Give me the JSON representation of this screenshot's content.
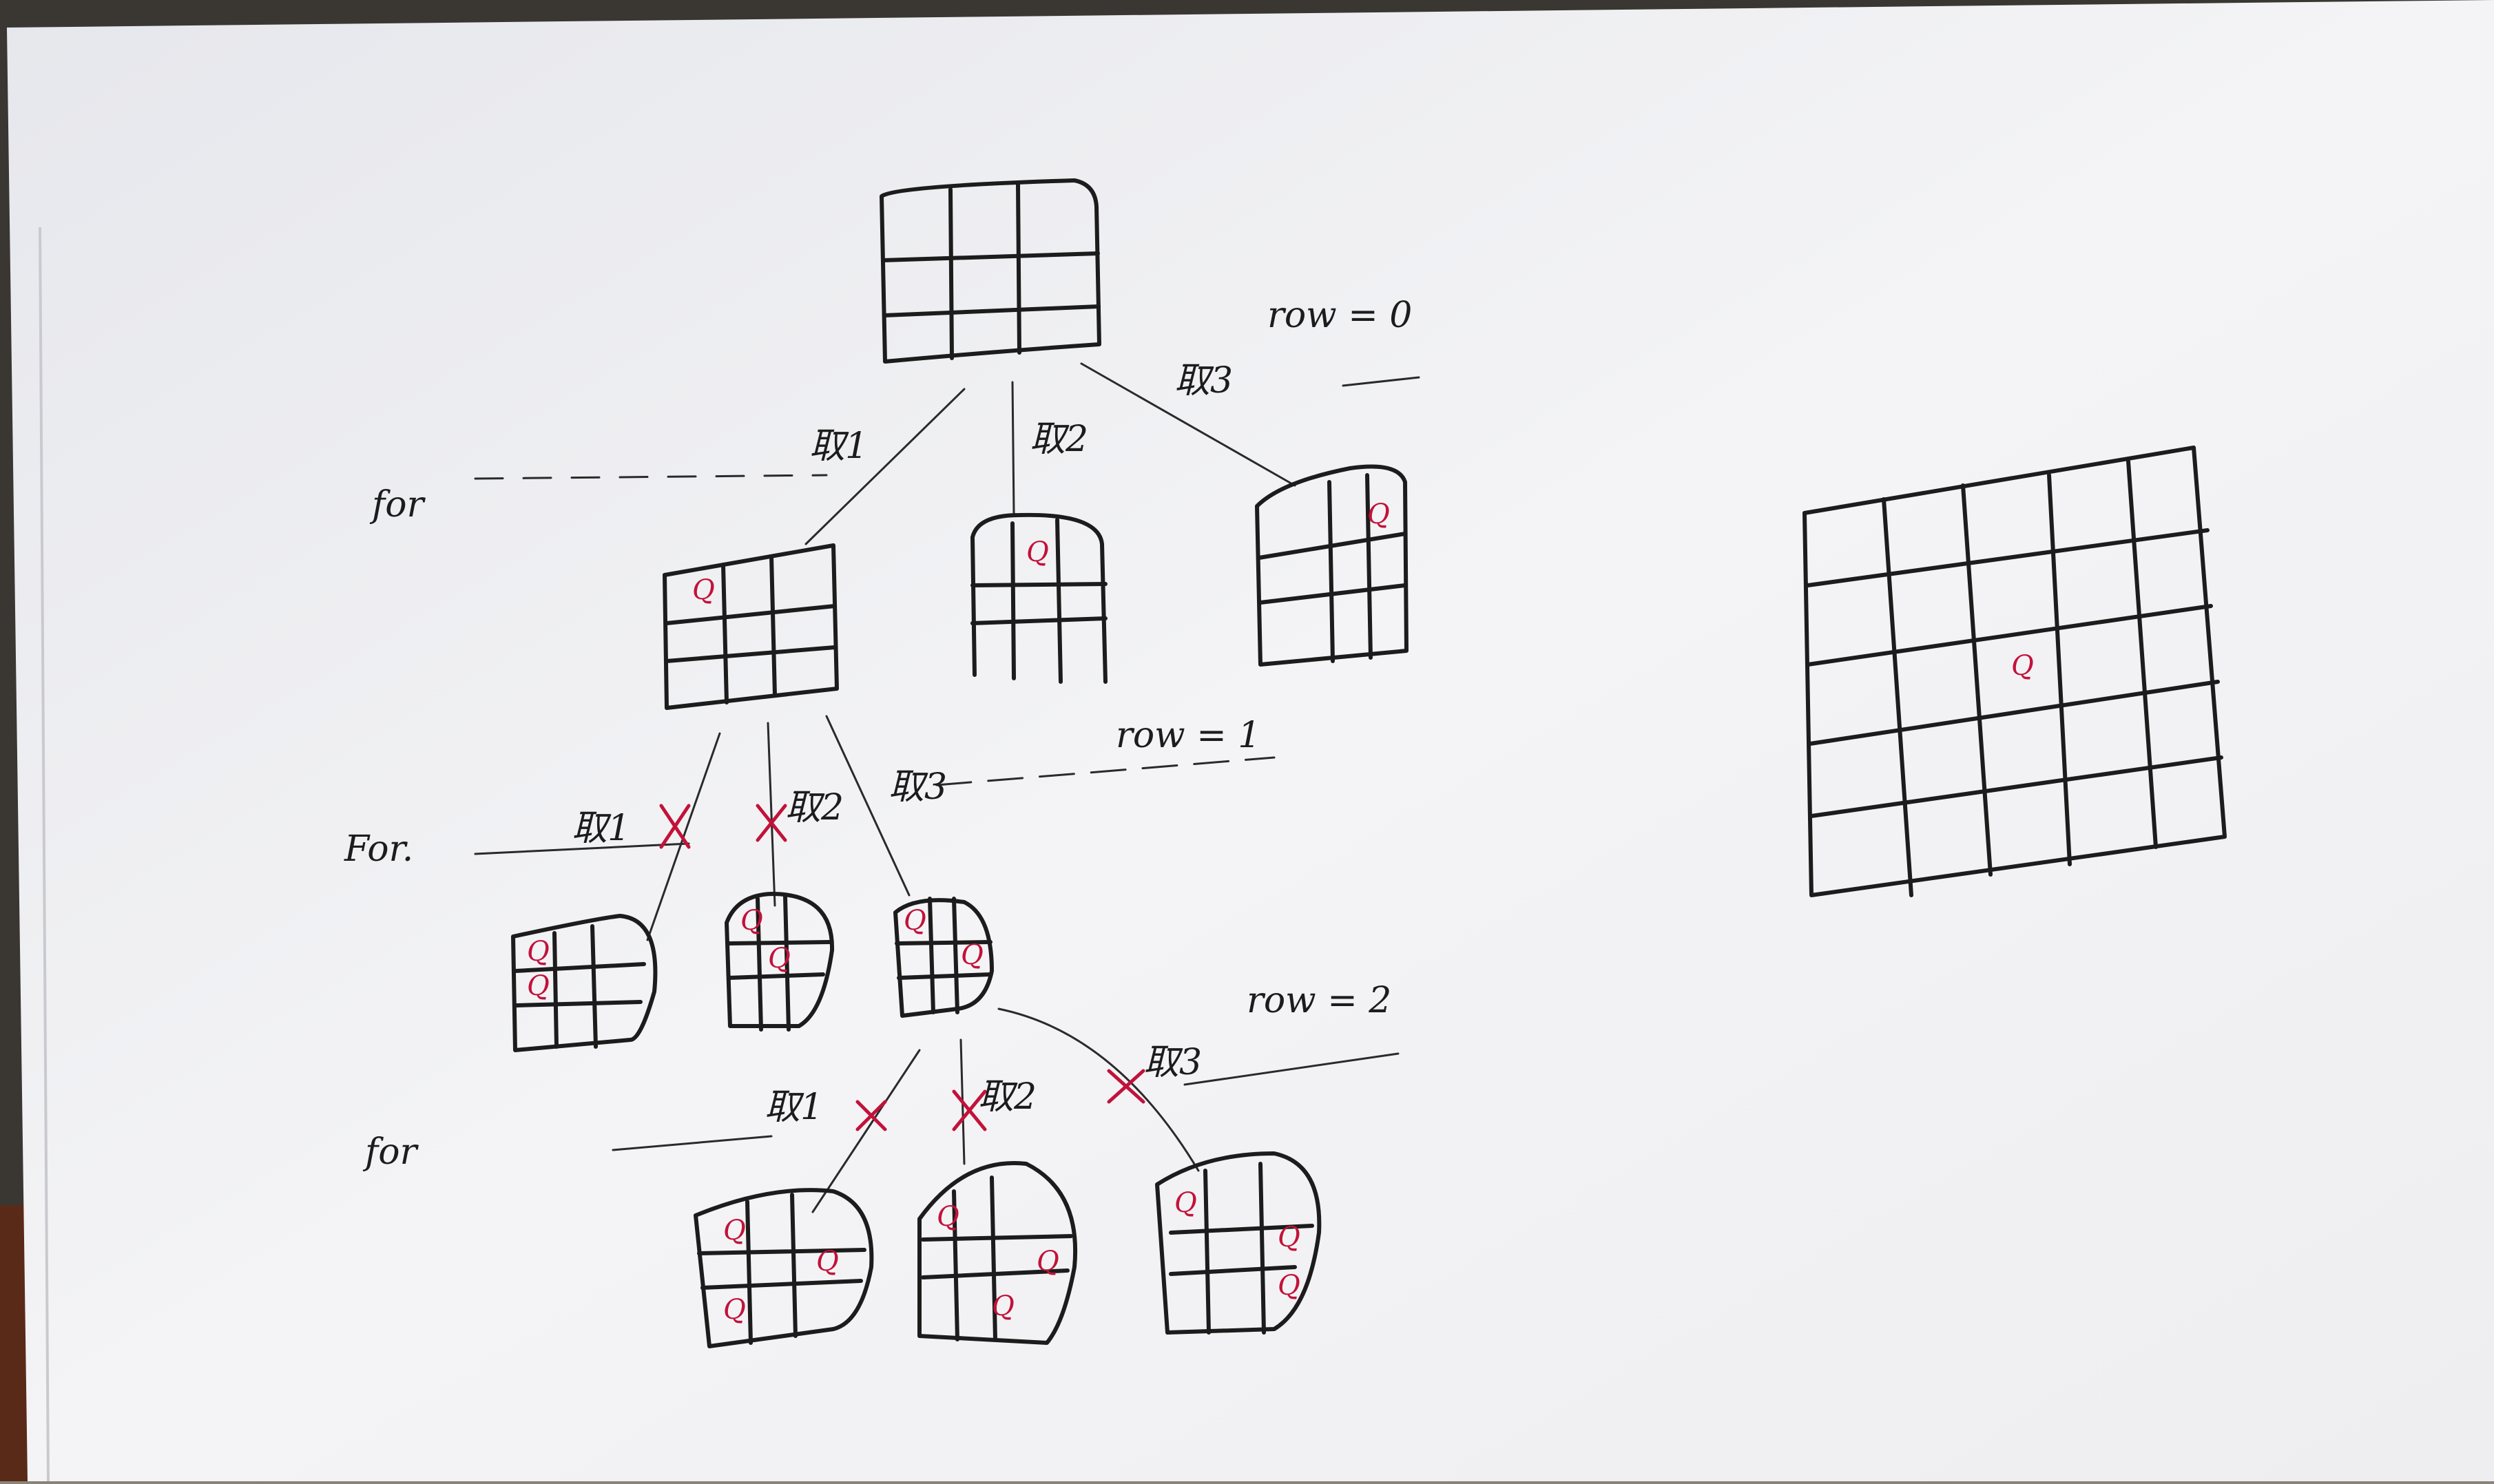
{
  "photo": {
    "subject": "hand-drawn n-queens backtracking tree on paper",
    "ink_color": "#1c1c1c",
    "queen_color": "#c2123a",
    "paper_color": "#f3f3f5"
  },
  "labels": {
    "for_marker": "for",
    "for_marker_alt": "For.",
    "choice_1": "取1",
    "choice_2": "取2",
    "choice_3": "取3",
    "row_0": "row = 0",
    "row_1": "row = 1",
    "row_2": "row = 2",
    "queen": "Q"
  }
}
